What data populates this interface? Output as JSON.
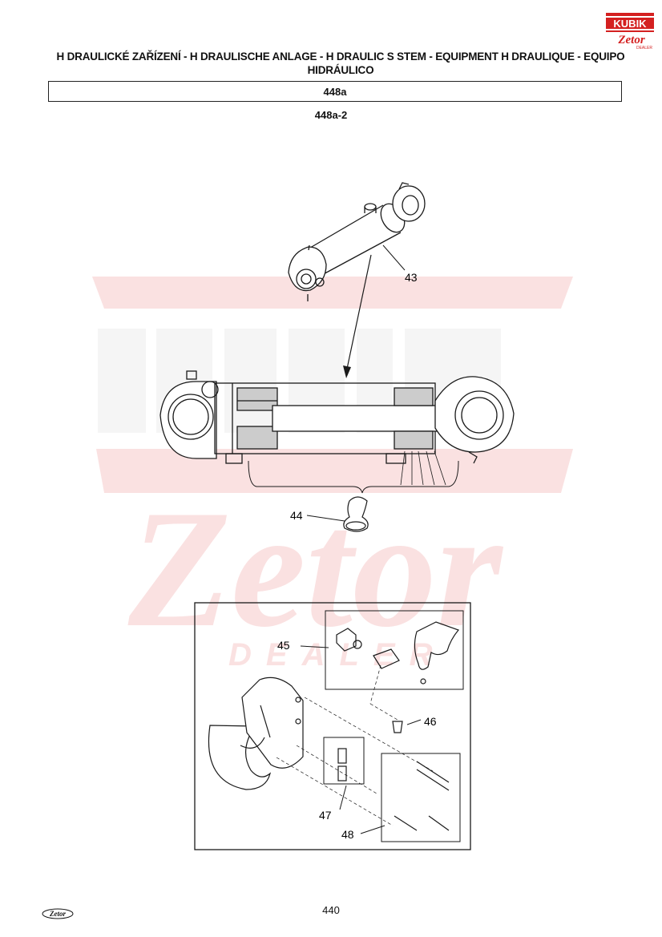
{
  "header": {
    "title": "H DRAULICKÉ ZAŘÍZENÍ - H DRAULISCHE ANLAGE - H DRAULIC S STEM - EQUIPMENT H DRAULIQUE - EQUIPO HIDRÁULICO",
    "section": "448a",
    "subsection": "448a-2"
  },
  "logos": {
    "kubik_text": "KUBIK",
    "zetor_text": "Zetor",
    "dealer_text": "DEALER",
    "footer_zetor_text": "Zetor"
  },
  "callouts": {
    "c43": "43",
    "c44": "44",
    "c45": "45",
    "c46": "46",
    "c47": "47",
    "c48": "48"
  },
  "footer": {
    "page_number": "440"
  },
  "colors": {
    "watermark": "#f6c9c9",
    "kubik_red": "#d42020",
    "line": "#1a1a1a"
  }
}
